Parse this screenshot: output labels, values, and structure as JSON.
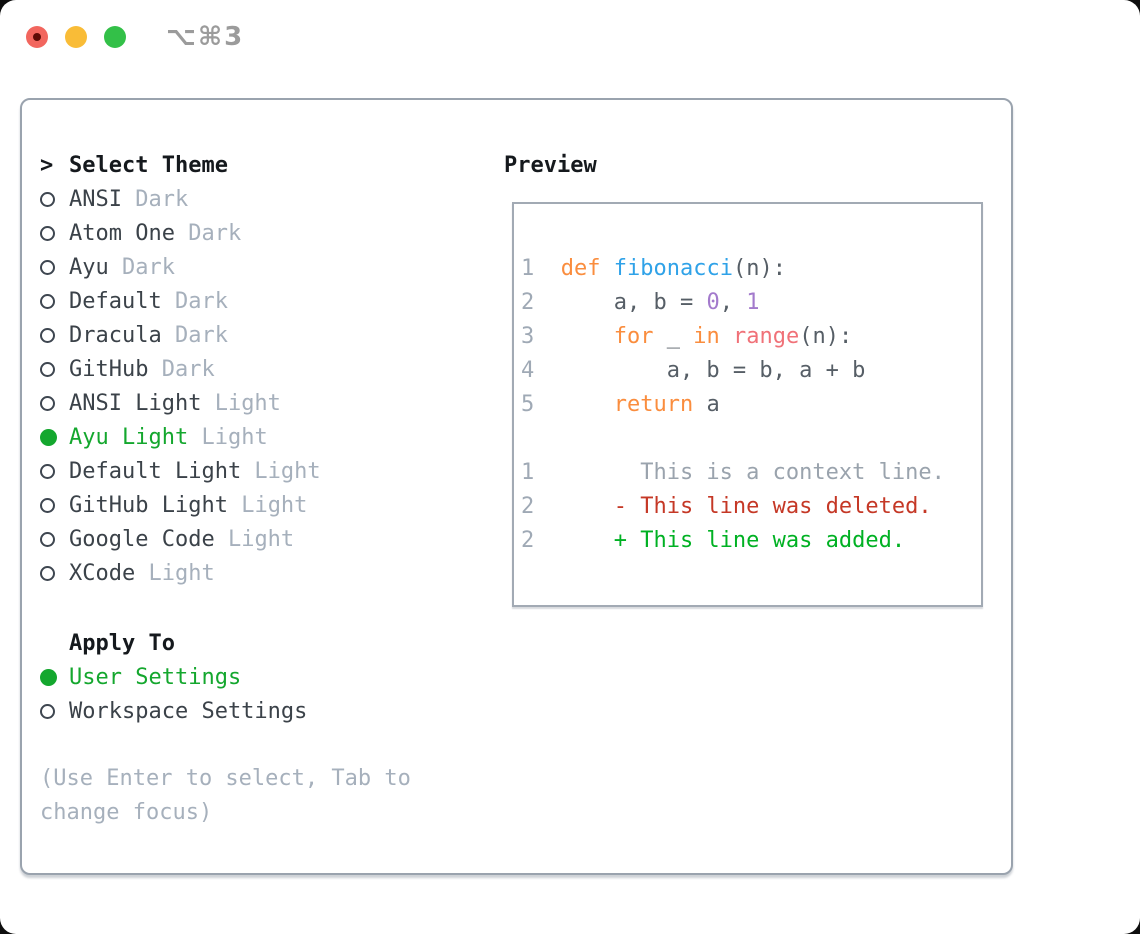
{
  "window": {
    "title_shortcut": "⌥⌘3",
    "traffic_lights": [
      "close",
      "minimize",
      "zoom"
    ]
  },
  "theme_list": {
    "prompt": ">",
    "header": "Select Theme",
    "items": [
      {
        "name": "ANSI",
        "variant": "Dark",
        "selected": false
      },
      {
        "name": "Atom One",
        "variant": "Dark",
        "selected": false
      },
      {
        "name": "Ayu",
        "variant": "Dark",
        "selected": false
      },
      {
        "name": "Default",
        "variant": "Dark",
        "selected": false
      },
      {
        "name": "Dracula",
        "variant": "Dark",
        "selected": false
      },
      {
        "name": "GitHub",
        "variant": "Dark",
        "selected": false
      },
      {
        "name": "ANSI Light",
        "variant": "Light",
        "selected": false
      },
      {
        "name": "Ayu Light",
        "variant": "Light",
        "selected": true
      },
      {
        "name": "Default Light",
        "variant": "Light",
        "selected": false
      },
      {
        "name": "GitHub Light",
        "variant": "Light",
        "selected": false
      },
      {
        "name": "Google Code",
        "variant": "Light",
        "selected": false
      },
      {
        "name": "XCode",
        "variant": "Light",
        "selected": false
      }
    ]
  },
  "apply_to": {
    "header": "Apply To",
    "options": [
      {
        "label": "User Settings",
        "selected": true
      },
      {
        "label": "Workspace Settings",
        "selected": false
      }
    ]
  },
  "hint": "(Use Enter to select, Tab to change focus)",
  "preview": {
    "header": "Preview",
    "lines": [
      {
        "tokens": [
          [
            "1",
            "ln"
          ],
          [
            "  ",
            "txt"
          ],
          [
            "def",
            "kw"
          ],
          [
            " ",
            "txt"
          ],
          [
            "fibonacci",
            "fn"
          ],
          [
            "(n):",
            "txt"
          ]
        ]
      },
      {
        "tokens": [
          [
            "2",
            "ln"
          ],
          [
            "      a, b = ",
            "txt"
          ],
          [
            "0",
            "pur"
          ],
          [
            ", ",
            "txt"
          ],
          [
            "1",
            "pur"
          ]
        ]
      },
      {
        "tokens": [
          [
            "3",
            "ln"
          ],
          [
            "      ",
            "txt"
          ],
          [
            "for",
            "kw"
          ],
          [
            " _ ",
            "txt"
          ],
          [
            "in",
            "kw"
          ],
          [
            " ",
            "txt"
          ],
          [
            "range",
            "coral"
          ],
          [
            "(n):",
            "txt"
          ]
        ]
      },
      {
        "tokens": [
          [
            "4",
            "ln"
          ],
          [
            "          a, b = b, a + b",
            "txt"
          ]
        ]
      },
      {
        "tokens": [
          [
            "5",
            "ln"
          ],
          [
            "      ",
            "txt"
          ],
          [
            "return",
            "kw"
          ],
          [
            " a",
            "txt"
          ]
        ]
      },
      {
        "tokens": []
      },
      {
        "tokens": [
          [
            "1",
            "ln"
          ],
          [
            "        This is a context line.",
            "ctx"
          ]
        ]
      },
      {
        "tokens": [
          [
            "2",
            "ln"
          ],
          [
            "      - This line was deleted.",
            "del"
          ]
        ]
      },
      {
        "tokens": [
          [
            "2",
            "ln"
          ],
          [
            "      + This line was added.",
            "add"
          ]
        ]
      }
    ]
  },
  "colors": {
    "accent_green": "#14a72e",
    "header_text": "#15191d",
    "text_dark": "#3b4249",
    "text_muted": "#a6b0bc",
    "line_number": "#9fa9b5",
    "code_text": "#565e66",
    "keyword_orange": "#fa8d3e",
    "function_blue": "#2fa2e8",
    "number_purple": "#a37acc",
    "builtin_coral": "#f07178",
    "diff_context": "#9aa3ad",
    "diff_deleted": "#c53826",
    "diff_added": "#00b123",
    "panel_border": "#9aa3ae",
    "titlebar_text": "#9b9b9b",
    "light_close": "#f2665e",
    "light_minimize": "#f9bc37",
    "light_zoom": "#33c048"
  }
}
